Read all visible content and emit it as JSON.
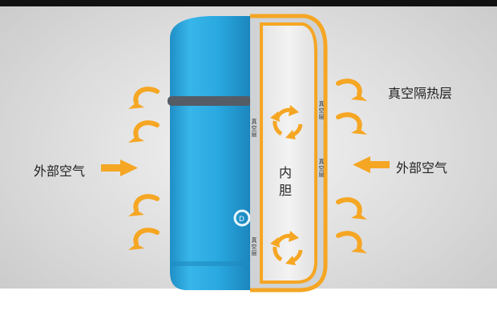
{
  "labels": {
    "vacuum_insulation": "真空隔热层",
    "outside_air_left": "外部空气",
    "outside_air_right": "外部空气",
    "inner_liner": "内胆",
    "vacuum_layer": "真空层"
  },
  "colors": {
    "bottle_blue": "#2aa8e0",
    "arrow_orange": "#f5a623",
    "cap_ring": "#555c66",
    "background": "#d9d9d9"
  },
  "icons": [
    "recycle-arrows-icon",
    "curved-arrow-icon",
    "straight-arrow-icon",
    "logo-icon"
  ]
}
